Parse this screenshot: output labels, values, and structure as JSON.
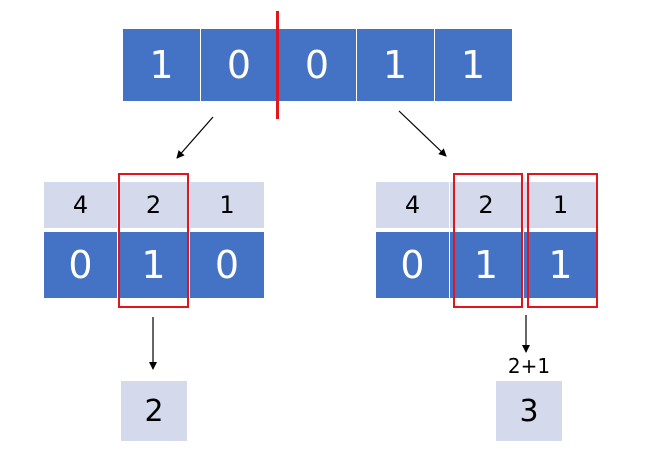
{
  "top_bits": [
    "1",
    "0",
    "0",
    "1",
    "1"
  ],
  "left": {
    "weights": [
      "4",
      "2",
      "1"
    ],
    "bits": [
      "0",
      "1",
      "0"
    ],
    "result": "2"
  },
  "right": {
    "weights": [
      "4",
      "2",
      "1"
    ],
    "bits": [
      "0",
      "1",
      "1"
    ],
    "sum_label": "2+1",
    "result": "3"
  },
  "colors": {
    "bit_fill": "#4472c4",
    "weight_fill": "#d4d9ec",
    "highlight": "#e0151d"
  }
}
